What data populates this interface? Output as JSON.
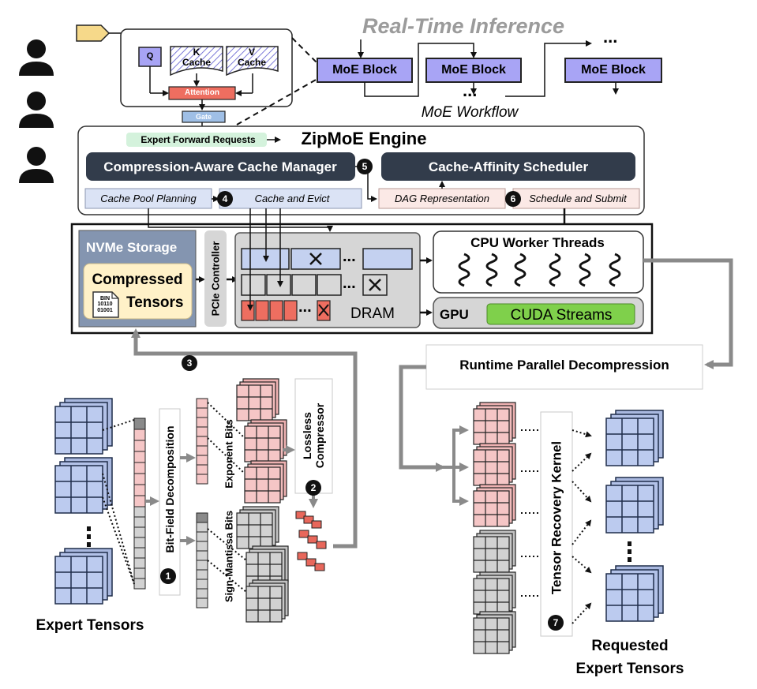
{
  "title": "Real-Time Inference",
  "attention_block": {
    "q": "Q",
    "k_cache": "K\nCache",
    "v_cache": "V\nCache",
    "attention": "Attention",
    "gate": "Gate"
  },
  "workflow": {
    "blocks": [
      "MoE Block",
      "MoE Block",
      "MoE Block"
    ],
    "ellipsis": "...",
    "caption": "MoE Workflow"
  },
  "engine": {
    "title": "ZipMoE Engine",
    "requests": "Expert Forward Requests",
    "cache_manager": "Compression-Aware Cache Manager",
    "scheduler": "Cache-Affinity Scheduler",
    "cache_pool_planning": "Cache Pool Planning",
    "cache_and_evict": "Cache and Evict",
    "dag": "DAG Representation",
    "schedule_submit": "Schedule and Submit"
  },
  "hardware": {
    "nvme": "NVMe Storage",
    "compressed": "Compressed",
    "tensors": "Tensors",
    "file_icon": "BIN\n10110\n01001",
    "pcie": "PCIe Controller",
    "dram": "DRAM",
    "dots": "...",
    "cpu": "CPU Worker Threads",
    "gpu": "GPU",
    "cuda": "CUDA Streams"
  },
  "offline": {
    "bit_field": "Bit-Field Decomposition",
    "exponent_bits": "Exponent Bits",
    "sign_mantissa_bits": "Sign-Mantissa Bits",
    "lossless": "Lossless\nCompressor",
    "expert_tensors": "Expert Tensors"
  },
  "runtime": {
    "decompression": "Runtime Parallel Decompression",
    "recovery": "Tensor Recovery Kernel",
    "requested_1": "Requested",
    "requested_2": "Expert Tensors"
  },
  "step_markers": [
    "1",
    "2",
    "3",
    "4",
    "5",
    "6",
    "7"
  ],
  "icons": [
    "user-icon",
    "file-binary-icon",
    "thread-icon",
    "evict-x-icon"
  ],
  "colors": {
    "moe_block": "#a8a4f5",
    "engine_dark": "#323c4b",
    "nvme_panel": "#8495b0",
    "compressed_fill": "#fff1c8",
    "dram_panel": "#d6d6d6",
    "cache_blue": "#c4d1f0",
    "attention_red": "#ee6e60",
    "gate_blue": "#9fbfe6",
    "request_green": "#d4f2dc",
    "cuda_green": "#7fd04b",
    "expert_blue": "#bccbef",
    "exponent_pink": "#f5c6c6",
    "mantissa_gray": "#cfcfcf"
  }
}
